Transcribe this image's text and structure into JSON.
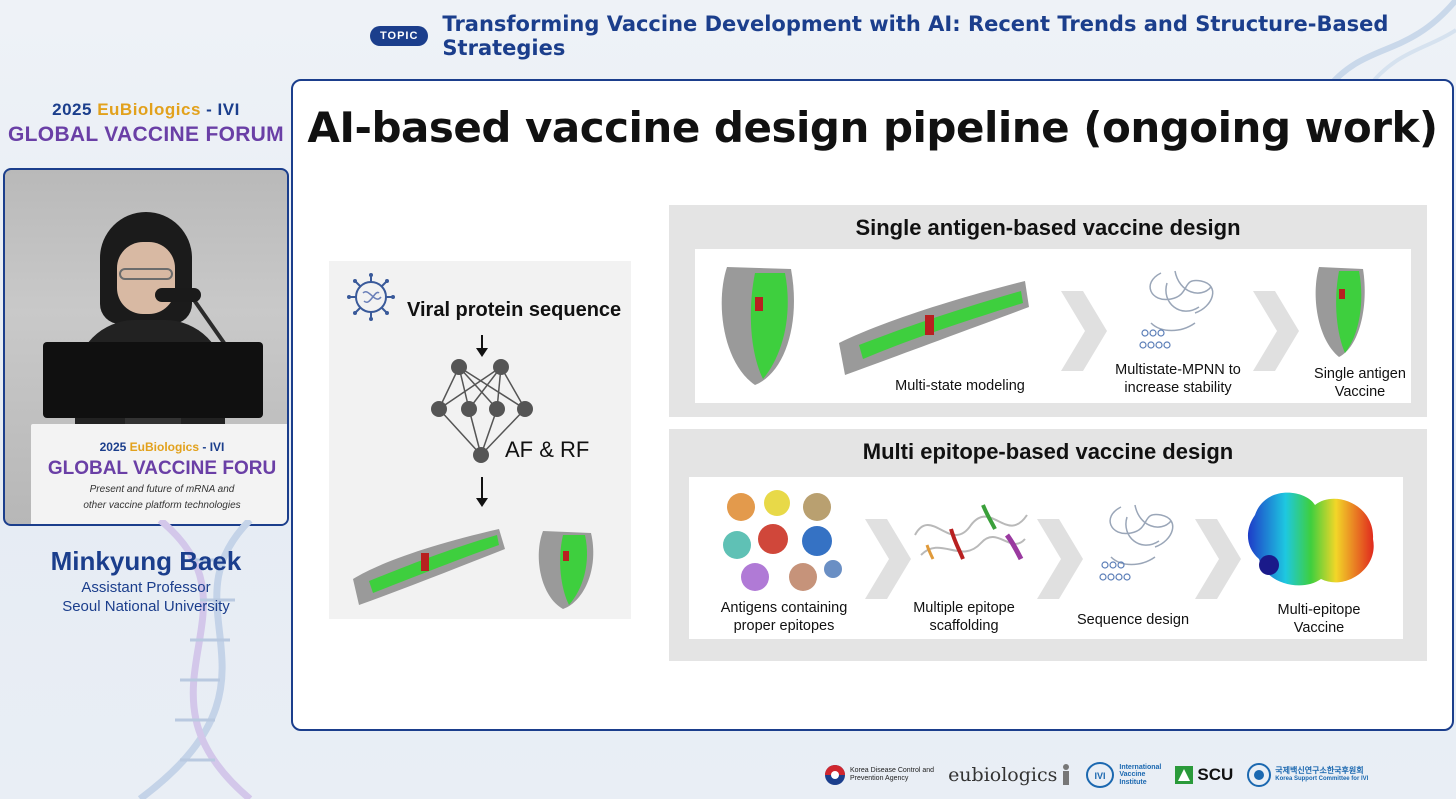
{
  "topic": {
    "badge": "TOPIC",
    "title": "Transforming Vaccine Development with AI: Recent Trends and Structure-Based Strategies"
  },
  "forum": {
    "year": "2025",
    "brand": "EuBiologics",
    "suffix": "- IVI",
    "name": "GLOBAL VACCINE FORUM"
  },
  "podium": {
    "year": "2025",
    "brand": "EuBiologics",
    "suffix": "- IVI",
    "name": "GLOBAL VACCINE FORU",
    "subtitle_line1": "Present and future of mRNA and",
    "subtitle_line2": "other vaccine platform technologies"
  },
  "speaker": {
    "name": "Minkyung Baek",
    "title": "Assistant Professor",
    "affiliation": "Seoul National University"
  },
  "slide": {
    "title": "AI-based vaccine design pipeline (ongoing work)",
    "pipeline": {
      "input_label": "Viral protein sequence",
      "model_label": "AF & RF"
    },
    "single": {
      "title": "Single antigen-based vaccine design",
      "captions": [
        "Multi-state modeling",
        "Multistate-MPNN to increase stability",
        "Single antigen Vaccine"
      ]
    },
    "multi": {
      "title": "Multi epitope-based vaccine design",
      "captions": [
        "Antigens containing proper epitopes",
        "Multiple epitope scaffolding",
        "Sequence design",
        "Multi-epitope Vaccine"
      ]
    }
  },
  "logos": {
    "kdca_line1": "Korea Disease Control and",
    "kdca_line2": "Prevention Agency",
    "eubiologics": "eubiologics",
    "ivi_line1": "International",
    "ivi_line2": "Vaccine",
    "ivi_line3": "Institute",
    "scu": "SCU",
    "ksc_line1": "국제백신연구소한국후원회",
    "ksc_line2": "Korea Support Committee for IVI"
  },
  "colors": {
    "brand_blue": "#1b3e8c",
    "brand_purple": "#6a3fa6",
    "brand_gold": "#e2a11c"
  }
}
